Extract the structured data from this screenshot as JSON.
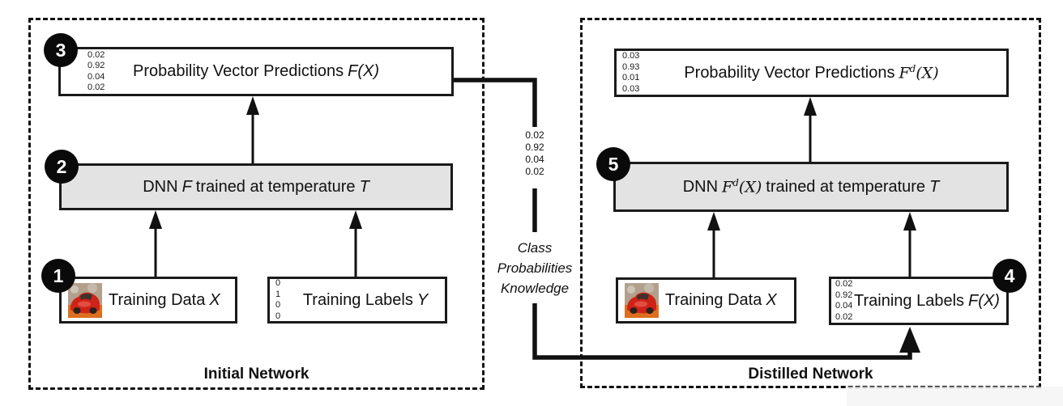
{
  "panels": {
    "initial": {
      "caption": "Initial Network",
      "pred": {
        "values": [
          "0.02",
          "0.92",
          "0.04",
          "0.02"
        ],
        "label": "Probability Vector Predictions",
        "math": "F(X)"
      },
      "dnn": {
        "pre": "DNN",
        "f": "F",
        "mid": "trained at temperature",
        "t": "T"
      },
      "data": {
        "label": "Training Data",
        "math": "X"
      },
      "labels": {
        "values": [
          "0",
          "1",
          "0",
          "0"
        ],
        "label": "Training Labels",
        "math": "Y"
      }
    },
    "distilled": {
      "caption": "Distilled Network",
      "pred": {
        "values": [
          "0.03",
          "0.93",
          "0.01",
          "0.03"
        ],
        "label": "Probability Vector Predictions",
        "f": "F",
        "sup": "d",
        "args": "(X)"
      },
      "dnn": {
        "pre": "DNN",
        "f": "F",
        "sup": "d",
        "args": "(X)",
        "mid": "trained at temperature",
        "t": "T"
      },
      "data": {
        "label": "Training Data",
        "math": "X"
      },
      "labels": {
        "values": [
          "0.02",
          "0.92",
          "0.04",
          "0.02"
        ],
        "label": "Training Labels",
        "math": "F(X)"
      }
    }
  },
  "link": {
    "values": [
      "0.02",
      "0.92",
      "0.04",
      "0.02"
    ],
    "caption": [
      "Class",
      "Probabilities",
      "Knowledge"
    ]
  },
  "badges": {
    "b1": "1",
    "b2": "2",
    "b3": "3",
    "b4": "4",
    "b5": "5"
  },
  "colors": {
    "dnn_fill": "#e3e3e3",
    "line": "#111111",
    "car_body": "#cf2318",
    "car_ground": "#dd6f1e",
    "car_photo_bg": "#b3a08c"
  }
}
